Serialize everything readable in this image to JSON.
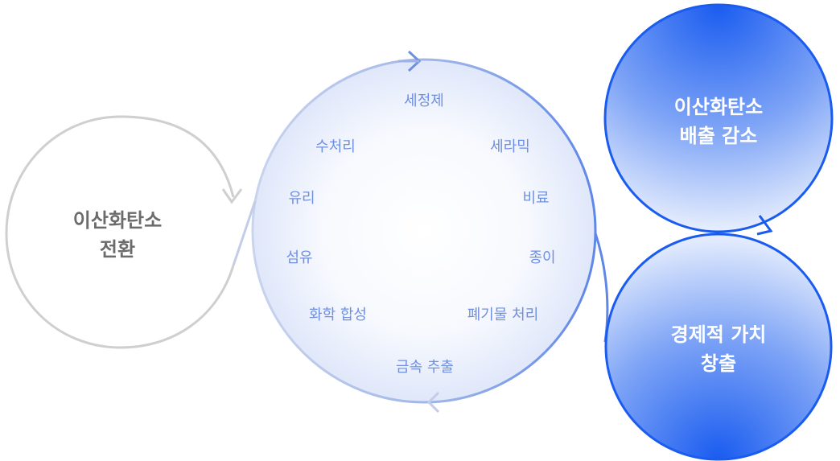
{
  "left_circle": {
    "lines": [
      "이산화탄소",
      "전환"
    ]
  },
  "cycle": {
    "items": [
      "세정제",
      "세라믹",
      "비료",
      "종이",
      "폐기물 처리",
      "금속 추출",
      "화학 합성",
      "섬유",
      "유리",
      "수처리"
    ]
  },
  "right_top": {
    "lines": [
      "이산화탄소",
      "배출 감소"
    ]
  },
  "right_bottom": {
    "lines": [
      "경제적 가치",
      "창출"
    ]
  },
  "colors": {
    "gray_circle": "#cfcfcf",
    "blue_deep": "#1a5cf0",
    "blue_light": "#e8eefc",
    "cycle_text": "#6f8fe0"
  }
}
